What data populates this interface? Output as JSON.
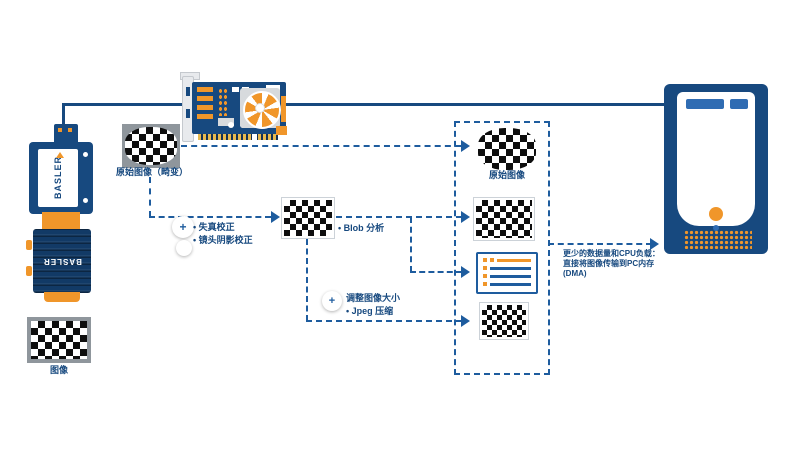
{
  "diagram": {
    "camera": {
      "brand_label": "BASLER",
      "lens_label": "BASLER"
    },
    "pipeline": {
      "raw_image_label": "原始图像（畸变）",
      "corrections": [
        "• 失真校正",
        "• 镜头阴影校正"
      ],
      "blob_label": "• Blob 分析",
      "resize_label": "调整图像大小",
      "jpeg_label": "• Jpeg 压缩"
    },
    "processing_box": {
      "raw_label": "原始图像"
    },
    "pc_transfer": {
      "line1": "更少的数据量和CPU负载：",
      "line2": "直接将图像传输到PC内存",
      "line3": "(DMA)"
    },
    "legend": {
      "image_label": "图像"
    },
    "icons": {
      "enhance_icon_glyph": "+",
      "resize_icon_glyph": "+"
    },
    "colors": {
      "blue": "#17497f",
      "dash_blue": "#1e5c9e",
      "orange": "#f0962a"
    }
  }
}
